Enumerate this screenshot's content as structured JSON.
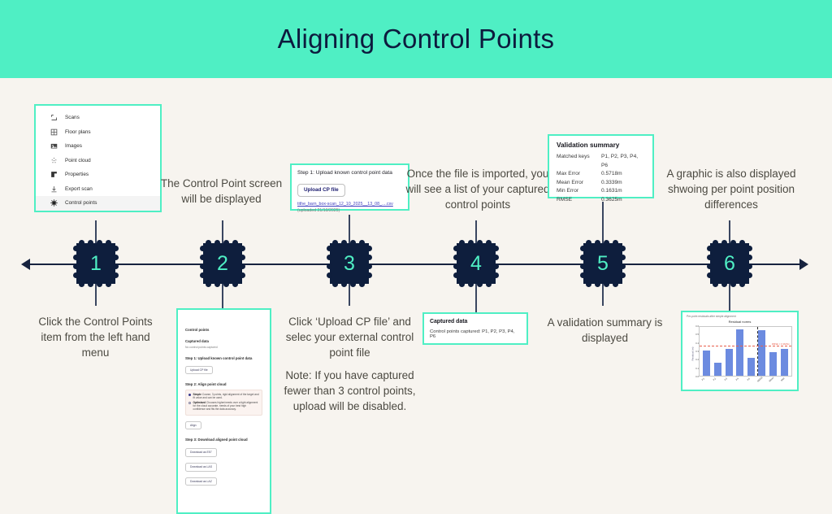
{
  "header": {
    "title": "Aligning Control Points"
  },
  "timeline": {
    "nodes": [
      "1",
      "2",
      "3",
      "4",
      "5",
      "6"
    ],
    "captions_above": [
      "",
      "The Control Point screen\nwill be displayed",
      "",
      "Once the file is imported, you\nwill see a list of your captured\ncontrol points",
      "",
      "A graphic is also displayed\nshwoing per point position\ndifferences"
    ],
    "captions_below": [
      "Click the Control Points\nitem from the left hand\nmenu",
      "",
      "Click ‘Upload CP file’ and\nselec your external control\npoint file",
      "",
      "A validation summary is\ndisplayed",
      ""
    ],
    "note": "Note: If you have captured\nfewer than 3 control points,\nupload will be disabled."
  },
  "sidebar": {
    "items": [
      {
        "label": "Scans",
        "icon": "scans-icon",
        "active": false
      },
      {
        "label": "Floor plans",
        "icon": "floor-plans-icon",
        "active": false
      },
      {
        "label": "Images",
        "icon": "images-icon",
        "active": false
      },
      {
        "label": "Point cloud",
        "icon": "point-cloud-icon",
        "active": false
      },
      {
        "label": "Properties",
        "icon": "properties-icon",
        "active": false
      },
      {
        "label": "Export scan",
        "icon": "export-scan-icon",
        "active": false
      },
      {
        "label": "Control points",
        "icon": "control-points-icon",
        "active": true
      }
    ]
  },
  "cp_upload_card": {
    "title": "Step 1: Upload known control point data",
    "button_label": "Upload CP file",
    "file_link": "tithe_barn_box-scan_12_10_2025__13_08_....csv",
    "uploaded_note": "(uploaded 21/10/2025)"
  },
  "validation_summary": {
    "title": "Validation summary",
    "rows": [
      {
        "key": "Matched keys",
        "value": "P1, P2, P3, P4, P6"
      },
      {
        "key": "Max Error",
        "value": "0.5718m"
      },
      {
        "key": "Mean Error",
        "value": "0.3339m"
      },
      {
        "key": "Min Error",
        "value": "0.1631m"
      },
      {
        "key": "RMSE",
        "value": "0.3625m"
      }
    ]
  },
  "captured_data": {
    "title": "Captured data",
    "text": "Control points captured: P1, P2, P3, P4, P6"
  },
  "screen_capture": {
    "page_title": "Control points",
    "captured_heading": "Captured data",
    "captured_text": "No control points captured",
    "step1_heading": "Step 1: Upload known control point data",
    "step1_button": "Upload CP file",
    "step2_heading": "Step 2: Align point cloud",
    "radio_simple_label": "Simple",
    "radio_simple_text": "Coarse, 3 points, rigid alignment of the target and fit value and can be used.",
    "radio_optimised_label": "Optimised",
    "radio_optimised_text": "Chooses higher/needs over a tight alignment for the cloud accurate, needs of your best high confidence and fits the data accuracy.",
    "align_button": "Align",
    "step3_heading": "Step 3: Download aligned point cloud",
    "download_buttons": [
      "Download as E57",
      "Download as LAS",
      "Download as LAZ"
    ]
  },
  "chart_data": {
    "type": "bar",
    "header_note": "Per-point residuals after simple alignment",
    "title": "Residual norms",
    "ylabel": "Residual (m)",
    "xlabel": "",
    "categories": [
      "P1",
      "P2",
      "P3",
      "P4",
      "P6",
      "RMSE",
      "Mean",
      "Max"
    ],
    "values": [
      0.31,
      0.16,
      0.33,
      0.57,
      0.22,
      0.56,
      0.29,
      0.33
    ],
    "ylim": [
      0.0,
      0.6
    ],
    "yticks": [
      "0.6",
      "0.5",
      "0.4",
      "0.3",
      "0.2",
      "0.1",
      "0.0"
    ],
    "reference_line": {
      "label": "RMSE = 0.3625m",
      "value": 0.3625,
      "color": "#E8604C"
    },
    "divider_after_index": 4,
    "bar_color": "#6C8BE0",
    "grid": false,
    "legend": "none"
  },
  "colors": {
    "accent_mint": "#4FEFC4",
    "navy": "#0E1E3D",
    "page_bg": "#F7F4EF",
    "text": "#4C4A42"
  }
}
